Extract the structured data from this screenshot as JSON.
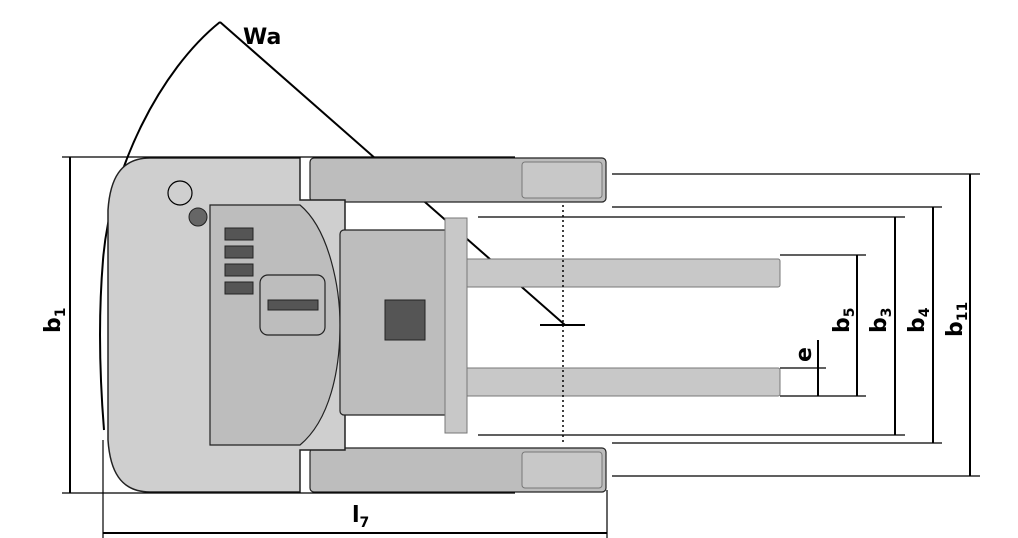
{
  "labels": {
    "wa": "Wa",
    "b1": {
      "main": "b",
      "sub": "1"
    },
    "b3": {
      "main": "b",
      "sub": "3"
    },
    "b4": {
      "main": "b",
      "sub": "4"
    },
    "b5": {
      "main": "b",
      "sub": "5"
    },
    "b11": {
      "main": "b",
      "sub": "11"
    },
    "e": "e",
    "l7": {
      "main": "l",
      "sub": "7"
    }
  }
}
